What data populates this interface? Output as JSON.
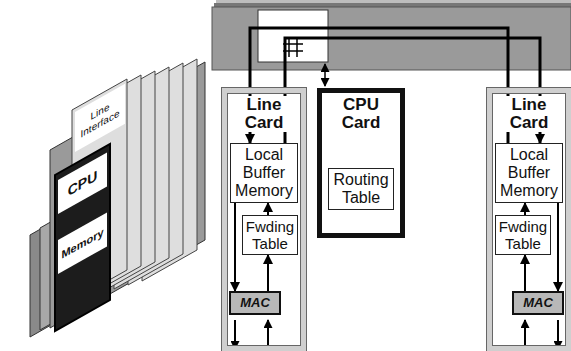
{
  "diagram": {
    "nodes": [
      {
        "text": [
          "Line Card"
        ]
      },
      {
        "text": [
          "Local Buffer Memory"
        ],
        "in": 0
      },
      {
        "text": [
          "Fwding Table"
        ],
        "in": 0
      },
      {
        "text": [
          "MAC"
        ],
        "in": 0
      },
      {
        "text": [
          "CPU Card"
        ]
      },
      {
        "text": [
          "Routing Table"
        ],
        "in": 4
      },
      {
        "text": [
          "Line Card"
        ]
      },
      {
        "text": [
          "Local Buffer Memory"
        ],
        "in": 6
      },
      {
        "text": [
          "Fwding Table"
        ],
        "in": 6
      },
      {
        "text": [
          "MAC"
        ],
        "in": 6
      }
    ],
    "edges": [
      {
        "from": 3,
        "to": 2,
        "arrow": "to"
      },
      {
        "from": 2,
        "to": 1,
        "arrow": "to"
      },
      {
        "from": 1,
        "to": 3,
        "arrow": "to"
      },
      {
        "from": 1,
        "to": 7,
        "arrow": "to"
      },
      {
        "from": 7,
        "to": 1,
        "arrow": "to"
      },
      {
        "from": 9,
        "to": 8,
        "arrow": "to"
      },
      {
        "from": 8,
        "to": 7,
        "arrow": "to"
      },
      {
        "from": 7,
        "to": 9,
        "arrow": "to"
      }
    ],
    "labels": [
      "CPU",
      "Memory",
      "Line Interface"
    ]
  }
}
